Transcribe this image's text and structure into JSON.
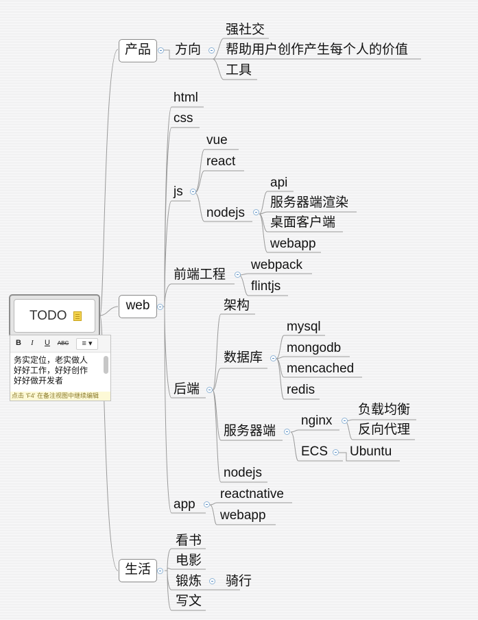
{
  "mindmap": {
    "root": "TODO",
    "notes": {
      "text": "务实定位，老实做人\n好好工作，好好创作\n好好做开发者",
      "hint": "点击 'F4' 在备注视图中继续编辑",
      "toolbar": {
        "bold": "B",
        "italic": "I",
        "underline": "U",
        "strike": "ABC",
        "align": "≡ ▾"
      }
    },
    "product": {
      "label": "产品",
      "direction": {
        "label": "方向",
        "items": [
          "强社交",
          "帮助用户创作产生每个人的价值",
          "工具"
        ]
      }
    },
    "web": {
      "label": "web",
      "html": "html",
      "css": "css",
      "js": {
        "label": "js",
        "vue": "vue",
        "react": "react",
        "nodejs": {
          "label": "nodejs",
          "items": [
            "api",
            "服务器端渲染",
            "桌面客户端",
            "webapp"
          ]
        }
      },
      "frontend_eng": {
        "label": "前端工程",
        "items": [
          "webpack",
          "flintjs"
        ]
      },
      "backend": {
        "label": "后端",
        "arch": "架构",
        "database": {
          "label": "数据库",
          "items": [
            "mysql",
            "mongodb",
            "mencached",
            "redis"
          ]
        },
        "server": {
          "label": "服务器端",
          "nginx": {
            "label": "nginx",
            "items": [
              "负载均衡",
              "反向代理"
            ]
          },
          "ecs": {
            "label": "ECS",
            "child": "Ubuntu"
          }
        },
        "nodejs": "nodejs"
      },
      "app": {
        "label": "app",
        "items": [
          "reactnative",
          "webapp"
        ]
      }
    },
    "life": {
      "label": "生活",
      "read": "看书",
      "movie": "电影",
      "exercise": {
        "label": "锻炼",
        "child": "骑行"
      },
      "write": "写文"
    }
  }
}
